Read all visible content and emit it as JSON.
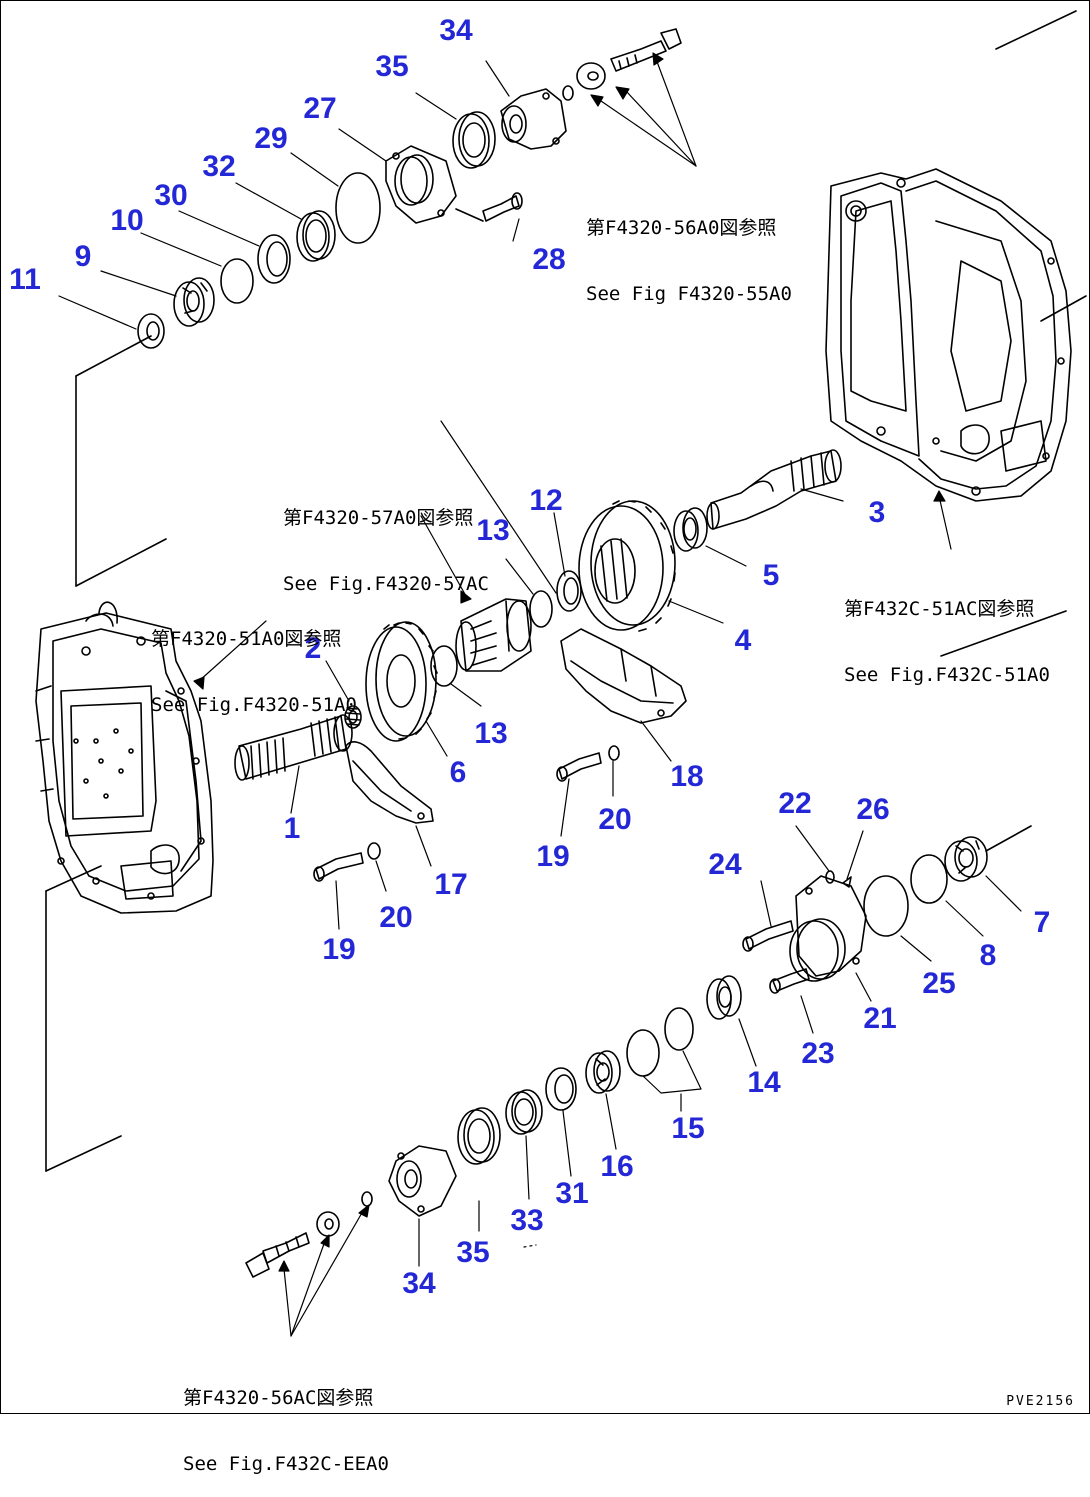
{
  "parts": [
    {
      "id": "n1",
      "label": "1"
    },
    {
      "id": "n2",
      "label": "2"
    },
    {
      "id": "n3",
      "label": "3"
    },
    {
      "id": "n4",
      "label": "4"
    },
    {
      "id": "n5",
      "label": "5"
    },
    {
      "id": "n6",
      "label": "6"
    },
    {
      "id": "n7",
      "label": "7"
    },
    {
      "id": "n8",
      "label": "8"
    },
    {
      "id": "n9",
      "label": "9"
    },
    {
      "id": "n10",
      "label": "10"
    },
    {
      "id": "n11",
      "label": "11"
    },
    {
      "id": "n12",
      "label": "12"
    },
    {
      "id": "n13a",
      "label": "13"
    },
    {
      "id": "n13b",
      "label": "13"
    },
    {
      "id": "n14",
      "label": "14"
    },
    {
      "id": "n15",
      "label": "15"
    },
    {
      "id": "n16",
      "label": "16"
    },
    {
      "id": "n17",
      "label": "17"
    },
    {
      "id": "n18",
      "label": "18"
    },
    {
      "id": "n19a",
      "label": "19"
    },
    {
      "id": "n19b",
      "label": "19"
    },
    {
      "id": "n20a",
      "label": "20"
    },
    {
      "id": "n20b",
      "label": "20"
    },
    {
      "id": "n21",
      "label": "21"
    },
    {
      "id": "n22",
      "label": "22"
    },
    {
      "id": "n23",
      "label": "23"
    },
    {
      "id": "n24",
      "label": "24"
    },
    {
      "id": "n25",
      "label": "25"
    },
    {
      "id": "n26",
      "label": "26"
    },
    {
      "id": "n27",
      "label": "27"
    },
    {
      "id": "n28",
      "label": "28"
    },
    {
      "id": "n29",
      "label": "29"
    },
    {
      "id": "n30",
      "label": "30"
    },
    {
      "id": "n31",
      "label": "31"
    },
    {
      "id": "n32",
      "label": "32"
    },
    {
      "id": "n33",
      "label": "33"
    },
    {
      "id": "n34a",
      "label": "34"
    },
    {
      "id": "n34b",
      "label": "34"
    },
    {
      "id": "n35a",
      "label": "35"
    },
    {
      "id": "n35b",
      "label": "35"
    }
  ],
  "references": [
    {
      "id": "ref-top-right",
      "line1": "第F4320-56A0図参照",
      "line2": "See Fig F4320-55A0"
    },
    {
      "id": "ref-middle",
      "line1": "第F4320-57A0図参照",
      "line2": "See Fig.F4320-57AC"
    },
    {
      "id": "ref-left",
      "line1": "第F4320-51A0図参照",
      "line2": "See Fig.F4320-51A0"
    },
    {
      "id": "ref-right",
      "line1": "第F432C-51AC図参照",
      "line2": "See Fig.F432C-51A0"
    },
    {
      "id": "ref-bottom",
      "line1": "第F4320-56AC図参照",
      "line2": "See Fig.F432C-EEA0"
    }
  ],
  "drawing_code": "PVE2156"
}
